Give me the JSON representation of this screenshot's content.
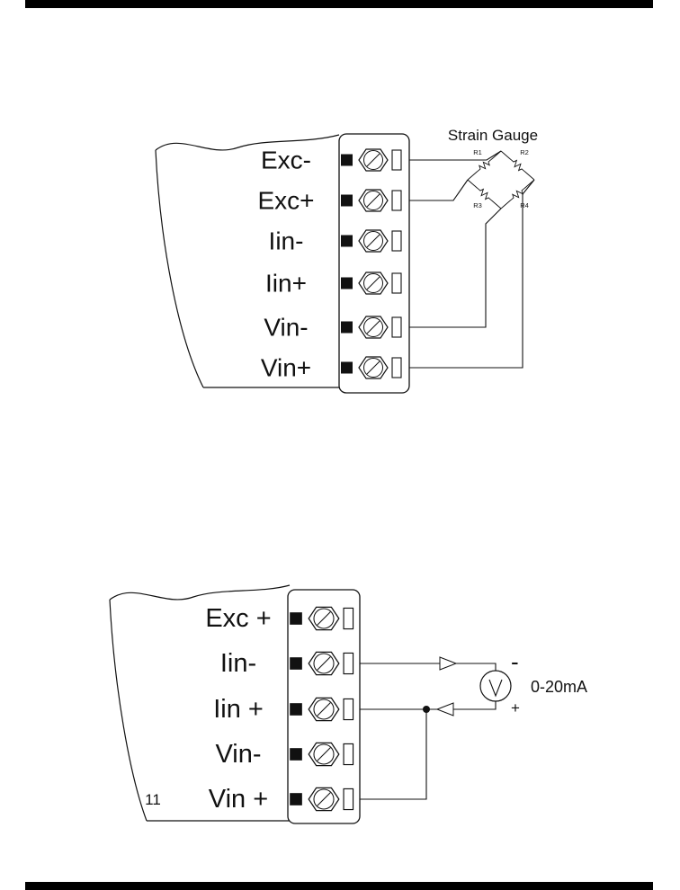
{
  "page": {
    "background_color": "#ffffff",
    "ink_color": "#111111"
  },
  "diagram_strain_gauge": {
    "title": "Strain Gauge",
    "terminal_labels": [
      "Exc-",
      "Exc+",
      "Iin-",
      "Iin+",
      "Vin-",
      "Vin+"
    ],
    "resistor_labels": [
      "R1",
      "R2",
      "R3",
      "R4"
    ]
  },
  "diagram_current_input": {
    "terminal_labels": [
      "Exc +",
      "Iin-",
      "Iin +",
      "Vin-",
      "Vin +"
    ],
    "corner_label": "11",
    "source_label": "0-20mA",
    "polarity_minus": "-",
    "polarity_plus": "+"
  }
}
